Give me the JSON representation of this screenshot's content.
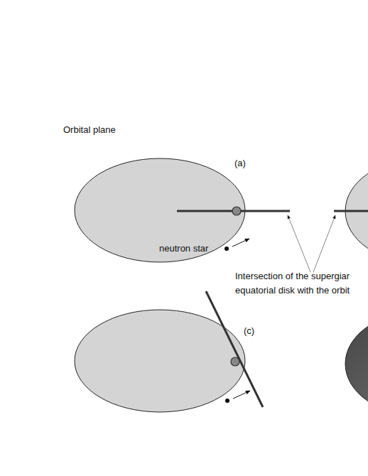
{
  "diagram": {
    "labels": [
      "Orbital plane",
      "(a)",
      "neutron star",
      "Intersection of the supergiar",
      "equatorial disk with the orbit",
      "(c)"
    ]
  }
}
